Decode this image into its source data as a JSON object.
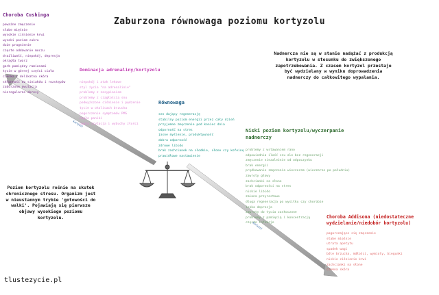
{
  "title": "Zaburzona równowaga poziomu kortyzolu",
  "cushing": {
    "title": "Choroba Cushinga",
    "items": [
      "poważne zmęczenie",
      "słabe mięśnie",
      "wysokie ciśnienie krwi",
      "wysoki poziom cukru",
      "duże pragnienie",
      "częste oddawanie moczu",
      "drażliwość, niepokój, depresja",
      "okrągła twarz",
      "garb pomiędzy ramionami",
      "tycie w górnej części ciała",
      "cienka i delikatna skóra",
      "skłonność do siniaków i rozstępów",
      "zaburzone owulacja",
      "nieregularne okresy"
    ]
  },
  "adrenal": {
    "title": "Dominacja adrenaliny/kortyzolu",
    "items": [
      "niepokój i atak lekowe",
      "styl życia \"na adrenalinie\"",
      "problemy z zasypianiem",
      "problemy z ciągłością snu",
      "podwyższone ciśnienie i pędzenie",
      "tycie w okolicach brzucha",
      "pogorszenie symptomów PMS",
      "nagłe paniki",
      "nagła irytacja i wybuchy złości"
    ]
  },
  "balance": {
    "title": "Równowaga",
    "items": [
      "sen dający regenerację",
      "stabilny poziom energii przez cały dzień",
      "przyjemne zmęczenie pod koniec dnia",
      "odporność na stres",
      "jasne myślenie, produktywność",
      "dobra odporność",
      "zdrowe libido",
      "brak zachcianek na słodkie, słone czy kofeinę",
      "prawidłowe nastawienie"
    ]
  },
  "low": {
    "title": "Niski poziom kortyzolu/wyczerpanie nadnerczy",
    "items": [
      "problemy z wstawaniem rano",
      "odpowiednia ilość snu ale bez regeneracji",
      "zmęczenie niezależnie od odpoczynku",
      "brak energii",
      "prędkowanie zmęczenia wieczorem (wieczorne po południu)",
      "zawroty głowy",
      "zachcianki na słone",
      "brak odporności na stres",
      "niskie libido",
      "zmiana przyrostowe",
      "długa regeneracja po wysiłku czy chorobie",
      "lekka depresja",
      "zawroty do tycia zaskoczone",
      "problemy z pamięcią i koncentracją",
      "częste infekcje"
    ]
  },
  "addison": {
    "title": "Choroba Addisona (niedostateczne wydzielanie/niedobór kortyzolu)",
    "items": [
      "pogarszające się zmęczenie",
      "słabe mięśnie",
      "utrata apetytu",
      "spadek wagi",
      "bóle brzucha, mdłości, wymioty, biegunki",
      "niskie ciśnienie krwi",
      "zachcianki na słone",
      "ciemna skóra"
    ]
  },
  "note_right": "Nadnercza nie są w stanie nadążać z produkcją kortyzolu w stosunku do zwiększonego zapotrzebowania. Z czasem kortyzol przestaje być wydzielany w wyniku doprowadzenia nadnerczy do całkowitego wypalania.",
  "note_left": "Poziom kortyzolu rośnie na skutek chronicznego stresu. Organizm jest w nieustannym trybie 'gotowości do walki'. Pojawiają się pierwsze objawy wysokiego poziomu kortyzolu.",
  "arrow_up_label": "Kortyzol",
  "arrow_down_label": "Kortyzol",
  "footer": "tlustezycie.pl",
  "colors": {
    "cushing": "#7a2a8a",
    "adrenal": "#c23fb3",
    "balance": "#1e5e86",
    "low": "#2f6b2f",
    "addison": "#c21a1a",
    "arrow": "#b8b8b8"
  },
  "icons": [
    "balance-scale-icon"
  ]
}
